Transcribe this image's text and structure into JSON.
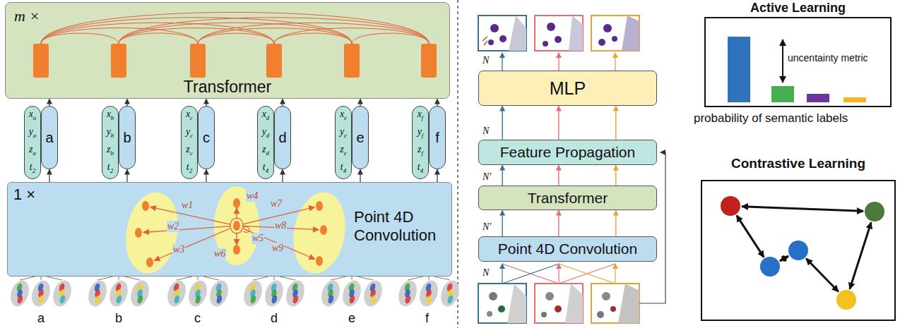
{
  "diagram": {
    "nodes": [
      {
        "text": [
          "m ×",
          "Transformer"
        ]
      },
      {
        "text": [
          "xa",
          "ya",
          "za",
          "t2"
        ]
      },
      {
        "text": [
          "a"
        ]
      },
      {
        "text": [
          "xb",
          "yb",
          "zb",
          "t2"
        ]
      },
      {
        "text": [
          "b"
        ]
      },
      {
        "text": [
          "xc",
          "yc",
          "zc",
          "t2"
        ]
      },
      {
        "text": [
          "c"
        ]
      },
      {
        "text": [
          "xd",
          "yd",
          "zd",
          "t4"
        ]
      },
      {
        "text": [
          "d"
        ]
      },
      {
        "text": [
          "xe",
          "ye",
          "ze",
          "t4"
        ]
      },
      {
        "text": [
          "e"
        ]
      },
      {
        "text": [
          "xf",
          "yf",
          "zf",
          "t4"
        ]
      },
      {
        "text": [
          "f"
        ]
      },
      {
        "text": [
          "1 ×",
          "Point 4D Convolution"
        ]
      },
      {
        "text": [
          "MLP"
        ]
      },
      {
        "text": [
          "Feature Propagation"
        ]
      },
      {
        "text": [
          "Transformer"
        ]
      },
      {
        "text": [
          "Point 4D Convolution"
        ]
      },
      {
        "text": [
          "Active Learning",
          "uncentainty metric"
        ]
      },
      {
        "text": [
          "Contrastive Learning"
        ]
      }
    ],
    "edges": [
      {
        "from": 13,
        "to": 2,
        "arrow": "to"
      },
      {
        "from": 13,
        "to": 4,
        "arrow": "to"
      },
      {
        "from": 13,
        "to": 6,
        "arrow": "to"
      },
      {
        "from": 13,
        "to": 8,
        "arrow": "to"
      },
      {
        "from": 13,
        "to": 10,
        "arrow": "to"
      },
      {
        "from": 13,
        "to": 12,
        "arrow": "to"
      },
      {
        "from": 2,
        "to": 0,
        "arrow": "to"
      },
      {
        "from": 4,
        "to": 0,
        "arrow": "to"
      },
      {
        "from": 6,
        "to": 0,
        "arrow": "to"
      },
      {
        "from": 8,
        "to": 0,
        "arrow": "to"
      },
      {
        "from": 10,
        "to": 0,
        "arrow": "to"
      },
      {
        "from": 12,
        "to": 0,
        "arrow": "to"
      },
      {
        "from": 17,
        "to": 16,
        "arrow": "to"
      },
      {
        "from": 16,
        "to": 15,
        "arrow": "to"
      },
      {
        "from": 15,
        "to": 14,
        "arrow": "to"
      }
    ],
    "labels": [
      "w1",
      "w2",
      "w3",
      "w4",
      "w5",
      "w6",
      "w7",
      "w8",
      "w9",
      "a",
      "b",
      "c",
      "d",
      "e",
      "f",
      "N",
      "N",
      "N'",
      "N'",
      "N",
      "probability of semantic labels"
    ]
  }
}
